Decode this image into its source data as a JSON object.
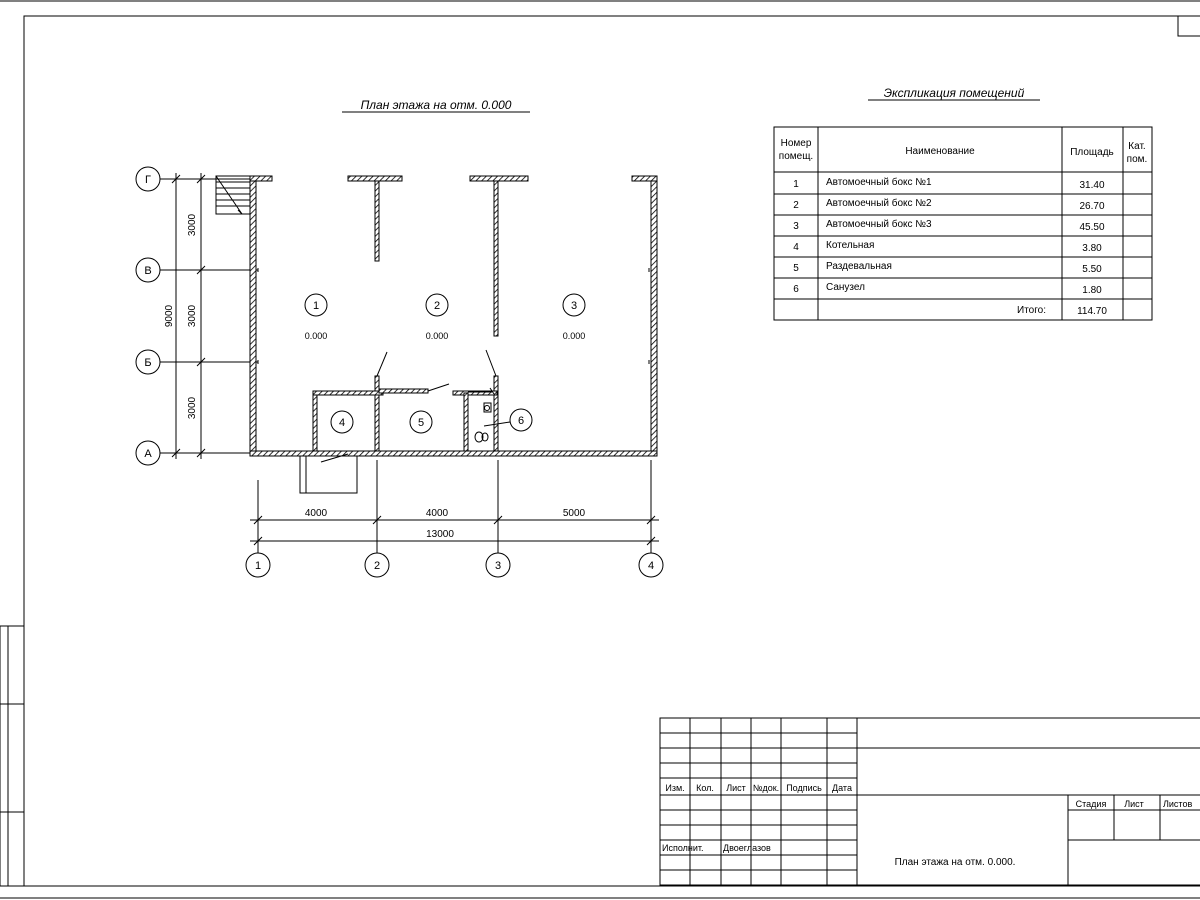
{
  "plan": {
    "title": "План этажа на отм. 0.000",
    "axes_letters": [
      "Г",
      "В",
      "Б",
      "А"
    ],
    "axes_numbers": [
      "1",
      "2",
      "3",
      "4"
    ],
    "dims_vertical": [
      "3000",
      "3000",
      "3000"
    ],
    "dim_total_vertical": "9000",
    "dims_horizontal": [
      "4000",
      "4000",
      "5000"
    ],
    "dim_total_horizontal": "13000",
    "rooms": [
      {
        "num": "1",
        "level": "0.000"
      },
      {
        "num": "2",
        "level": "0.000"
      },
      {
        "num": "3",
        "level": "0.000"
      },
      {
        "num": "4"
      },
      {
        "num": "5"
      },
      {
        "num": "6"
      }
    ]
  },
  "explication": {
    "title": "Экспликация помещений",
    "headers": {
      "num_line1": "Номер",
      "num_line2": "помещ.",
      "name": "Наименование",
      "area": "Площадь",
      "cat_line1": "Кат.",
      "cat_line2": "пом."
    },
    "rows": [
      {
        "num": "1",
        "name": "Автомоечный бокс №1",
        "area": "31.40",
        "cat": ""
      },
      {
        "num": "2",
        "name": "Автомоечный бокс №2",
        "area": "26.70",
        "cat": ""
      },
      {
        "num": "3",
        "name": "Автомоечный бокс №3",
        "area": "45.50",
        "cat": ""
      },
      {
        "num": "4",
        "name": "Котельная",
        "area": "3.80",
        "cat": ""
      },
      {
        "num": "5",
        "name": "Раздевальная",
        "area": "5.50",
        "cat": ""
      },
      {
        "num": "6",
        "name": "Санузел",
        "area": "1.80",
        "cat": ""
      }
    ],
    "total_label": "Итого:",
    "total_value": "114.70"
  },
  "title_block": {
    "col_headers": [
      "Изм.",
      "Кол.",
      "Лист",
      "№док.",
      "Подпись",
      "Дата"
    ],
    "executor_label": "Исполнит.",
    "executor_name": "Двоеглазов",
    "stage_label": "Стадия",
    "sheet_label": "Лист",
    "sheets_label": "Листов",
    "drawing_name": "План этажа на отм. 0.000."
  }
}
